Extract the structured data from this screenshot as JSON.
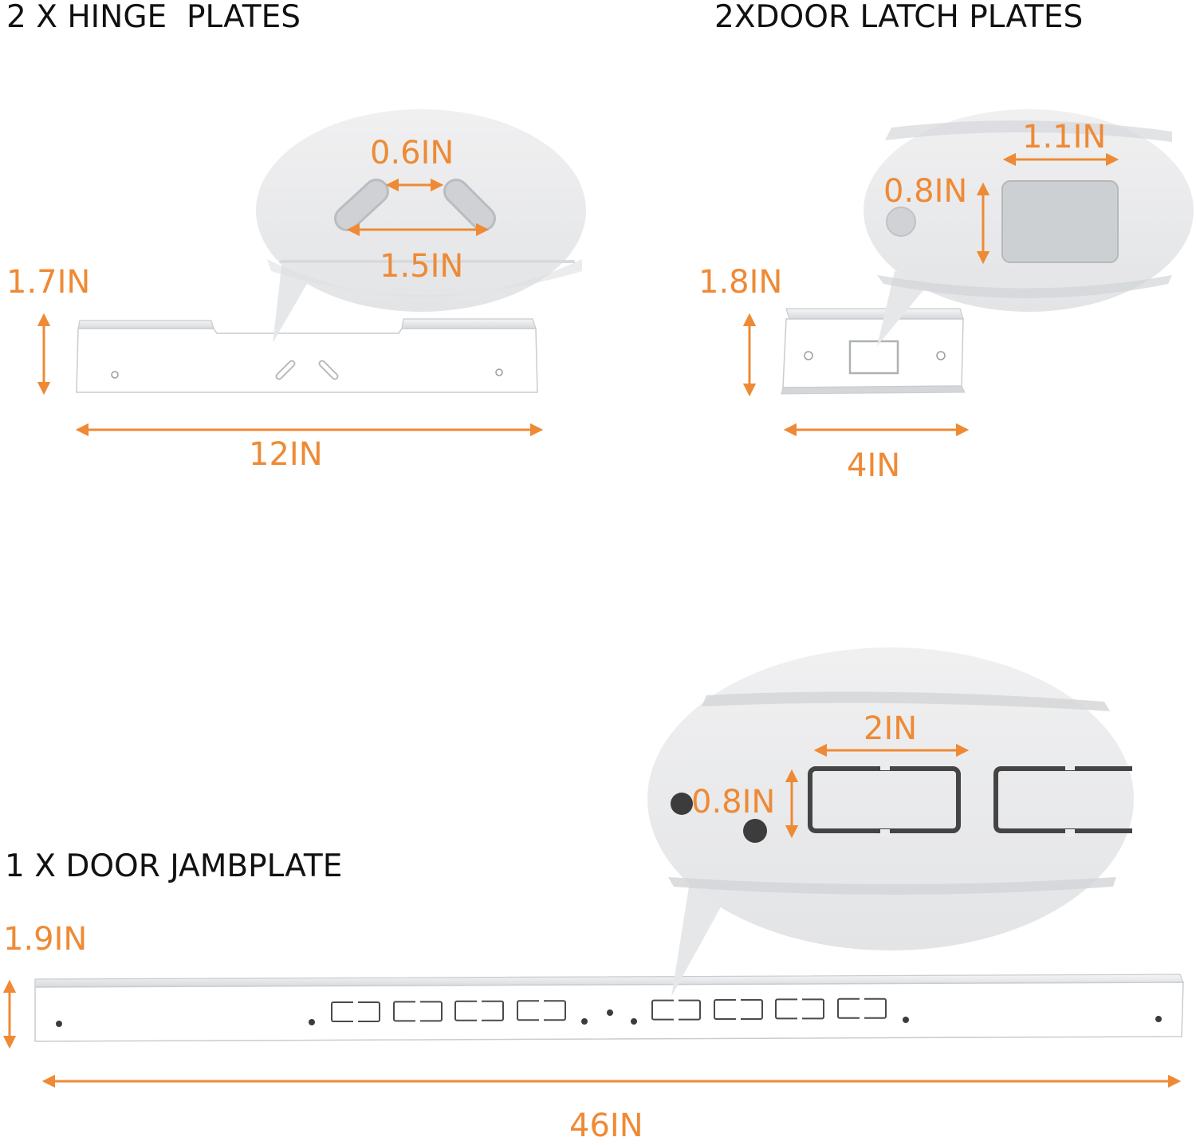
{
  "titles": {
    "hinge": "2 X HINGE  PLATES",
    "latch": "2XDOOR LATCH PLATES",
    "jamb": "1 X DOOR JAMBPLATE"
  },
  "hinge": {
    "height": "1.7IN",
    "width": "12IN",
    "slot_gap": "0.6IN",
    "slot_span": "1.5IN"
  },
  "latch": {
    "height": "1.8IN",
    "width": "4IN",
    "opening_width": "1.1IN",
    "opening_height": "0.8IN"
  },
  "jamb": {
    "height": "1.9IN",
    "length": "46IN",
    "opening_width": "2IN",
    "opening_height": "0.8IN"
  },
  "colors": {
    "accent": "#ee8a35",
    "plate": "#ffffff",
    "plate_edge": "#c9ccd0",
    "callout": "#ececed",
    "hole": "#3c3c3c",
    "text": "#111111"
  }
}
